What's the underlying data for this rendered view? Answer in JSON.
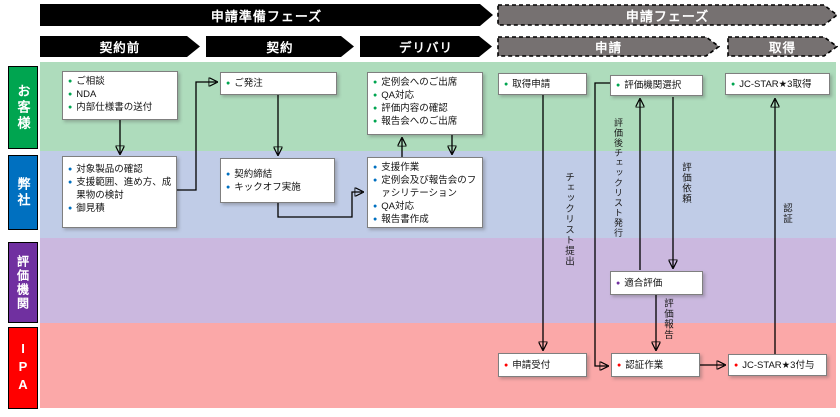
{
  "banners": {
    "prep_phase": "申請準備フェーズ",
    "app_phase": "申請フェーズ",
    "pre_contract": "契約前",
    "contract": "契約",
    "delivery": "デリバリ",
    "application": "申請",
    "acquisition": "取得"
  },
  "lanes": {
    "customer": "お客様",
    "company": "弊社",
    "evaluator": "評価機関",
    "ipa": "IPA"
  },
  "boxes": {
    "consult": {
      "items": [
        "ご相談",
        "NDA",
        "内部仕様書の送付"
      ]
    },
    "review": {
      "items": [
        "対象製品の確認",
        "支援範囲、進め方、成果物の検討",
        "御見積"
      ]
    },
    "order": {
      "items": [
        "ご発注"
      ]
    },
    "kickoff": {
      "items": [
        "契約締結",
        "キックオフ実施"
      ]
    },
    "attend": {
      "items": [
        "定例会へのご出席",
        "QA対応",
        "評価内容の確認",
        "報告会へのご出席"
      ]
    },
    "support": {
      "items": [
        "支援作業",
        "定例会及び報告会のファシリテーション",
        "QA対応",
        "報告書作成"
      ]
    },
    "acquire_app": {
      "items": [
        "取得申請"
      ]
    },
    "select_org": {
      "items": [
        "評価機関選択"
      ]
    },
    "jcstar_get": {
      "items": [
        "JC-STAR★3取得"
      ]
    },
    "conformity": {
      "items": [
        "適合評価"
      ]
    },
    "app_reception": {
      "items": [
        "申請受付"
      ]
    },
    "cert_work": {
      "items": [
        "認証作業"
      ]
    },
    "jcstar_grant": {
      "items": [
        "JC-STAR★3付与"
      ]
    }
  },
  "edge_labels": {
    "checklist_submit": "チェックリスト提出",
    "post_eval_checklist": "評価後チェックリスト発行",
    "eval_request": "評価依頼",
    "eval_report": "評価報告",
    "certification": "認証"
  },
  "colors": {
    "banner_solid": "#000000",
    "banner_dashed_fill": "#767171",
    "customer_accent": "#00A550",
    "company_accent": "#0070C0",
    "evaluator_accent": "#7030A0",
    "ipa_accent": "#FF0000",
    "customer_band": "#AEDCBC",
    "company_band": "#C0CCE7",
    "evaluator_band": "#CBB8DF",
    "ipa_band": "#FBA8A8"
  }
}
